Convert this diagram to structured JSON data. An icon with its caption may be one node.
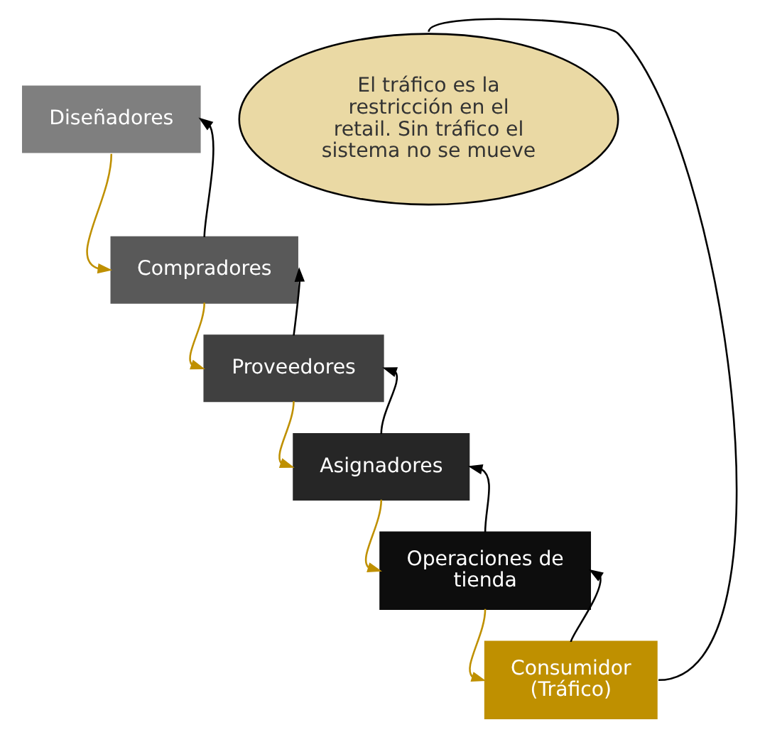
{
  "diagram": {
    "nodes": [
      {
        "text": [
          "Diseñadores"
        ]
      },
      {
        "text": [
          "Compradores"
        ]
      },
      {
        "text": [
          "Proveedores"
        ]
      },
      {
        "text": [
          "Asignadores"
        ]
      },
      {
        "text": [
          "Operaciones de tienda"
        ]
      },
      {
        "text": [
          "Consumidor (Tráfico)"
        ]
      },
      {
        "text": [
          "El tráfico es la restricción en el retail. Sin tráfico el sistema no se mueve"
        ]
      }
    ],
    "edges": [
      {
        "from": 0,
        "to": 1,
        "arrow": "to",
        "color": "#bf9000"
      },
      {
        "from": 1,
        "to": 0,
        "arrow": "to",
        "color": "#000000"
      },
      {
        "from": 1,
        "to": 2,
        "arrow": "to",
        "color": "#bf9000"
      },
      {
        "from": 2,
        "to": 1,
        "arrow": "to",
        "color": "#000000"
      },
      {
        "from": 2,
        "to": 3,
        "arrow": "to",
        "color": "#bf9000"
      },
      {
        "from": 3,
        "to": 2,
        "arrow": "to",
        "color": "#000000"
      },
      {
        "from": 3,
        "to": 4,
        "arrow": "to",
        "color": "#bf9000"
      },
      {
        "from": 4,
        "to": 3,
        "arrow": "to",
        "color": "#000000"
      },
      {
        "from": 4,
        "to": 5,
        "arrow": "to",
        "color": "#bf9000"
      },
      {
        "from": 5,
        "to": 4,
        "arrow": "to",
        "color": "#000000"
      },
      {
        "from": 6,
        "to": 5,
        "arrow": "none",
        "color": "#000000"
      }
    ]
  }
}
